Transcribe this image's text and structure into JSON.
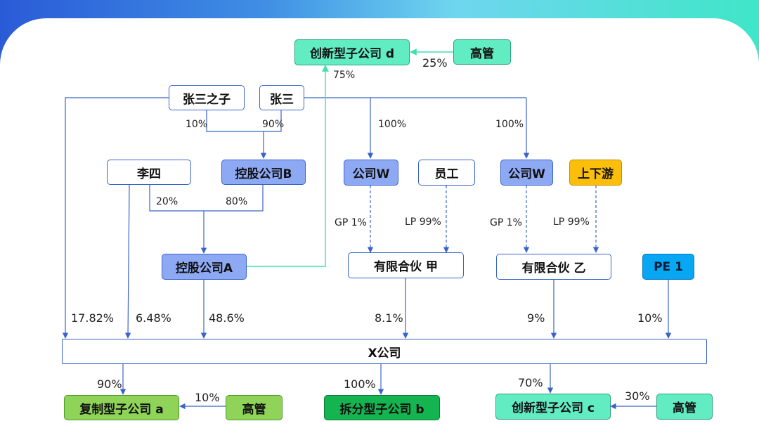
{
  "nodes": {
    "innov_d": "创新型子公司 d",
    "mgmt_d": "高管",
    "zs_son": "张三之子",
    "zs": "张三",
    "li_si": "李四",
    "holding_b": "控股公司B",
    "company_w1": "公司W",
    "employee": "员工",
    "company_w2": "公司W",
    "updown": "上下游",
    "holding_a": "控股公司A",
    "lp_jia": "有限合伙 甲",
    "lp_yi": "有限合伙 乙",
    "pe1": "PE 1",
    "x_company": "X公司",
    "copy_a": "复制型子公司 a",
    "mgmt_a": "高管",
    "split_b": "拆分型子公司 b",
    "innov_c": "创新型子公司 c",
    "mgmt_c": "高管"
  },
  "labels": {
    "d_mgmt": "25%",
    "d_holding_a": "75%",
    "son_b": "10%",
    "zs_b": "90%",
    "zs_w1": "100%",
    "zs_w2": "100%",
    "li_a": "20%",
    "b_a": "80%",
    "gp1_jia": "GP 1%",
    "lp99_jia": "LP 99%",
    "gp1_yi": "GP 1%",
    "lp99_yi": "LP 99%",
    "son_x": "17.82%",
    "li_x": "6.48%",
    "a_x": "48.6%",
    "jia_x": "8.1%",
    "yi_x": "9%",
    "pe_x": "10%",
    "x_a": "90%",
    "mgmt_a": "10%",
    "x_b": "100%",
    "x_c": "70%",
    "mgmt_c": "30%"
  },
  "colors": {
    "line_blue": "#3a63c8",
    "line_teal": "#3fe0b0",
    "teal_node": "#62ecc2",
    "blue_node": "#8ea9f4",
    "light_green_node": "#8fd458",
    "dark_green_node": "#14b450",
    "orange_node": "#fbbf0b",
    "sky_blue_node": "#08a7f3"
  }
}
